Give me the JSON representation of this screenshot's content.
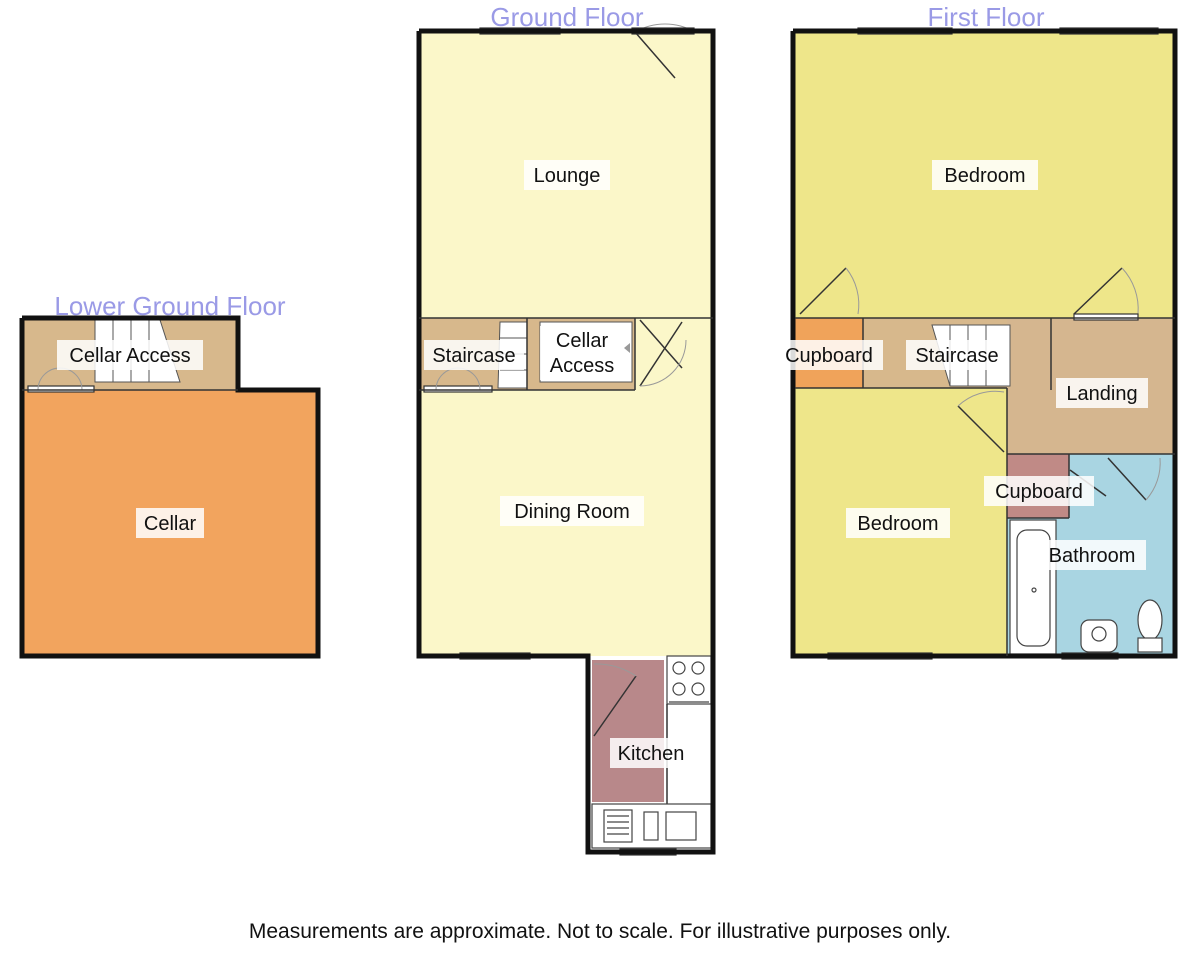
{
  "floors": {
    "lower": {
      "title": "Lower Ground Floor"
    },
    "ground": {
      "title": "Ground Floor"
    },
    "first": {
      "title": "First Floor"
    }
  },
  "rooms": {
    "lower_cellar_access": "Cellar Access",
    "lower_cellar": "Cellar",
    "ground_lounge": "Lounge",
    "ground_staircase": "Staircase",
    "ground_cellar_access_line1": "Cellar",
    "ground_cellar_access_line2": "Access",
    "ground_dining": "Dining Room",
    "ground_kitchen": "Kitchen",
    "first_bedroom_front": "Bedroom",
    "first_cupboard_left": "Cupboard",
    "first_staircase": "Staircase",
    "first_landing": "Landing",
    "first_cupboard_right": "Cupboard",
    "first_bedroom_rear": "Bedroom",
    "first_bathroom": "Bathroom"
  },
  "colors": {
    "cellar": "#f2a45e",
    "stairs": "#d7b88c",
    "ground_rooms": "#fbf7c9",
    "bedrooms": "#eee68a",
    "cupboard_orange": "#f0a35a",
    "cupboard_pink": "#c08a86",
    "bathroom": "#a9d5e2",
    "landing": "#d5b68f",
    "kitchen_floor": "#b8888a",
    "title": "#9a9ae6"
  },
  "disclaimer": "Measurements are approximate. Not to scale. For illustrative purposes only."
}
